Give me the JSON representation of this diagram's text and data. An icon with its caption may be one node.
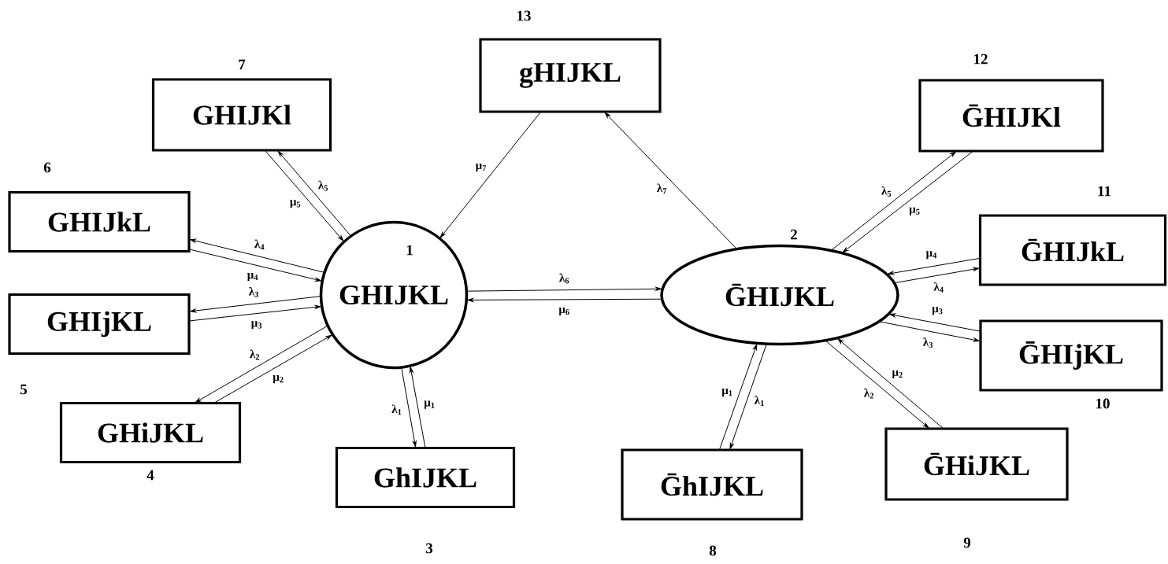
{
  "diagram": {
    "nodes": [
      {
        "text": [
          "1",
          "GHIJKL"
        ]
      },
      {
        "text": [
          "ḠHIJKL"
        ],
        "beside": [
          "2"
        ]
      },
      {
        "text": [
          "GhIJKL"
        ],
        "beside": [
          "3"
        ]
      },
      {
        "text": [
          "GHiJKL"
        ],
        "beside": [
          "4"
        ]
      },
      {
        "text": [
          "GHIjKL"
        ],
        "beside": [
          "5"
        ]
      },
      {
        "text": [
          "GHIJkL"
        ],
        "beside": [
          "6"
        ]
      },
      {
        "text": [
          "GHIJKl"
        ],
        "beside": [
          "7"
        ]
      },
      {
        "text": [
          "ḠhIJKL"
        ],
        "beside": [
          "8"
        ]
      },
      {
        "text": [
          "ḠHiJKL"
        ],
        "beside": [
          "9"
        ]
      },
      {
        "text": [
          "ḠHIjKL"
        ],
        "beside": [
          "10"
        ]
      },
      {
        "text": [
          "ḠHIJkL"
        ],
        "beside": [
          "11"
        ]
      },
      {
        "text": [
          "ḠHIJKl"
        ],
        "beside": [
          "12"
        ]
      },
      {
        "text": [
          "gHIJKL"
        ],
        "beside": [
          "13"
        ]
      }
    ],
    "edges": [
      {
        "from": 0,
        "to": 2,
        "arrow": "to",
        "label": "λ$_{1}$"
      },
      {
        "from": 2,
        "to": 0,
        "arrow": "to",
        "label": "μ$_{1}$"
      },
      {
        "from": 0,
        "to": 3,
        "arrow": "to",
        "label": "λ$_{2}$"
      },
      {
        "from": 3,
        "to": 0,
        "arrow": "to",
        "label": "μ$_{2}$"
      },
      {
        "from": 0,
        "to": 4,
        "arrow": "to",
        "label": "λ$_{3}$"
      },
      {
        "from": 4,
        "to": 0,
        "arrow": "to",
        "label": "μ$_{3}$"
      },
      {
        "from": 0,
        "to": 5,
        "arrow": "to",
        "label": "λ$_{4}$"
      },
      {
        "from": 5,
        "to": 0,
        "arrow": "to",
        "label": "μ$_{4}$"
      },
      {
        "from": 0,
        "to": 6,
        "arrow": "to",
        "label": "λ$_{5}$"
      },
      {
        "from": 6,
        "to": 0,
        "arrow": "to",
        "label": "μ$_{5}$"
      },
      {
        "from": 0,
        "to": 1,
        "arrow": "to",
        "label": "λ$_{6}$"
      },
      {
        "from": 1,
        "to": 0,
        "arrow": "to",
        "label": "μ$_{6}$"
      },
      {
        "from": 12,
        "to": 0,
        "arrow": "to",
        "label": "μ$_{7}$"
      },
      {
        "from": 1,
        "to": 12,
        "arrow": "to",
        "label": "λ$_{7}$"
      },
      {
        "from": 1,
        "to": 7,
        "arrow": "to",
        "label": "λ$_{1}$"
      },
      {
        "from": 7,
        "to": 1,
        "arrow": "to",
        "label": "μ$_{1}$"
      },
      {
        "from": 1,
        "to": 8,
        "arrow": "to",
        "label": "λ$_{2}$"
      },
      {
        "from": 8,
        "to": 1,
        "arrow": "to",
        "label": "μ$_{2}$"
      },
      {
        "from": 1,
        "to": 9,
        "arrow": "to",
        "label": "λ$_{3}$"
      },
      {
        "from": 9,
        "to": 1,
        "arrow": "to",
        "label": "μ$_{3}$"
      },
      {
        "from": 1,
        "to": 10,
        "arrow": "to",
        "label": "λ$_{4}$"
      },
      {
        "from": 10,
        "to": 1,
        "arrow": "to",
        "label": "μ$_{4}$"
      },
      {
        "from": 1,
        "to": 11,
        "arrow": "to",
        "label": "λ$_{5}$"
      },
      {
        "from": 11,
        "to": 1,
        "arrow": "to",
        "label": "μ$_{5}$"
      }
    ]
  }
}
